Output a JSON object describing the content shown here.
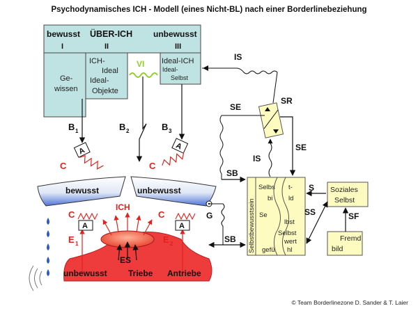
{
  "title": "Psychodynamisches ICH - Modell (eines Nicht-BL) nach einer Borderlinebeziehung",
  "copyright": "© Team Borderlinezone D. Sander & T. Laier",
  "colors": {
    "teal": "#bfe3e3",
    "yellow": "#fdfbc0",
    "red": "#ee3b3b",
    "red_label": "#e0231f",
    "blue_bowl": "#4f73d9",
    "green_vi": "#8fd12a",
    "dark": "#111111"
  },
  "superego": {
    "header_bewusst": "bewusst",
    "header_ueberich": "ÜBER-ICH",
    "header_unbewusst": "unbewusst",
    "roman_1": "I",
    "roman_2": "II",
    "roman_3": "III",
    "gewissen_1": "Ge-",
    "gewissen_2": "wissen",
    "ich_ideal_1": "ICH-",
    "ich_ideal_2": "Ideal",
    "ich_ideal_3": "Ideal-",
    "ich_ideal_4": "Objekte",
    "ideal_ich": "Ideal-ICH",
    "ideal_selbst_1": "Ideal-",
    "ideal_selbst_2": "Selbst",
    "vi": "VI"
  },
  "labels": {
    "b1": "B",
    "b1_sub": "1",
    "b2": "B",
    "b2_sub": "2",
    "b3": "B",
    "b3_sub": "3",
    "a": "A",
    "c": "C",
    "e1": "E",
    "e1_sub": "1",
    "e2": "E",
    "e2_sub": "2",
    "ich": "ICH",
    "es": "ES",
    "g": "G",
    "is_top": "IS",
    "is_mid": "IS",
    "sr": "SR",
    "se_left": "SE",
    "se_right": "SE",
    "sb_top": "SB",
    "sb_bottom": "SB",
    "s": "S",
    "ss": "SS",
    "sf": "SF"
  },
  "ego": {
    "bewusst": "bewusst",
    "unbewusst": "unbewusst"
  },
  "id": {
    "unbewusst": "unbewusst",
    "triebe": "Triebe",
    "antriebe": "Antriebe"
  },
  "self": {
    "selbstbewusstsein": "Selbstbewusstsein",
    "selbs": "Selbs",
    "bi": "bi",
    "t": "t-",
    "ld": "ld",
    "se": "Se",
    "lbst": "lbst",
    "selbst": "Selbst",
    "wert": "wert",
    "gefu": "gefü",
    "hl": "hl"
  },
  "social": {
    "soziales": "Soziales",
    "selbst": "Selbst",
    "fremd": "Fremd",
    "bild": "bild"
  }
}
